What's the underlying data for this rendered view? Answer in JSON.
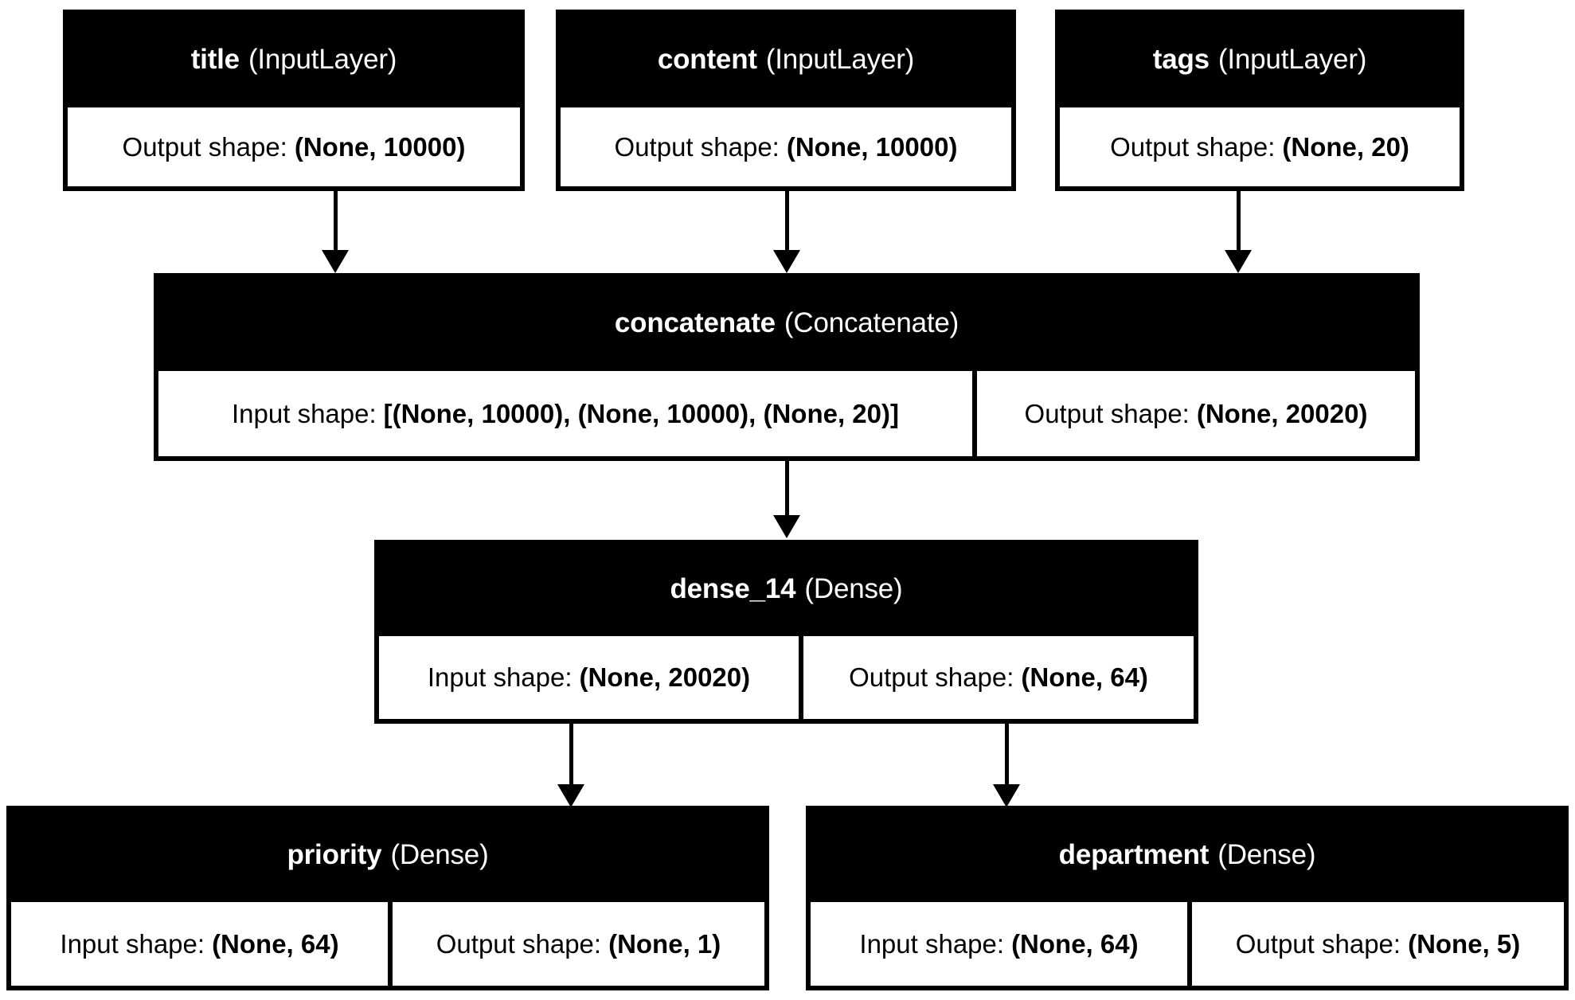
{
  "diagram": {
    "kind": "keras-model-plot",
    "background_color": "#ffffff",
    "node_fill_color": "#000000",
    "node_text_color": "#ffffff",
    "shape_cell_color": "#ffffff",
    "edge_color": "#000000",
    "labels": {
      "input_shape": "Input shape:",
      "output_shape": "Output shape:"
    },
    "nodes": [
      {
        "id": "title",
        "name": "title",
        "type": "(InputLayer)",
        "output_shape": "(None, 10000)"
      },
      {
        "id": "content",
        "name": "content",
        "type": "(InputLayer)",
        "output_shape": "(None, 10000)"
      },
      {
        "id": "tags",
        "name": "tags",
        "type": "(InputLayer)",
        "output_shape": "(None, 20)"
      },
      {
        "id": "concatenate",
        "name": "concatenate",
        "type": "(Concatenate)",
        "input_shape": "[(None, 10000), (None, 10000), (None, 20)]",
        "output_shape": "(None, 20020)"
      },
      {
        "id": "dense_14",
        "name": "dense_14",
        "type": "(Dense)",
        "input_shape": "(None, 20020)",
        "output_shape": "(None, 64)"
      },
      {
        "id": "priority",
        "name": "priority",
        "type": "(Dense)",
        "input_shape": "(None, 64)",
        "output_shape": "(None, 1)"
      },
      {
        "id": "department",
        "name": "department",
        "type": "(Dense)",
        "input_shape": "(None, 64)",
        "output_shape": "(None, 5)"
      }
    ],
    "edges": [
      {
        "from": "title",
        "to": "concatenate"
      },
      {
        "from": "content",
        "to": "concatenate"
      },
      {
        "from": "tags",
        "to": "concatenate"
      },
      {
        "from": "concatenate",
        "to": "dense_14"
      },
      {
        "from": "dense_14",
        "to": "priority"
      },
      {
        "from": "dense_14",
        "to": "department"
      }
    ]
  }
}
